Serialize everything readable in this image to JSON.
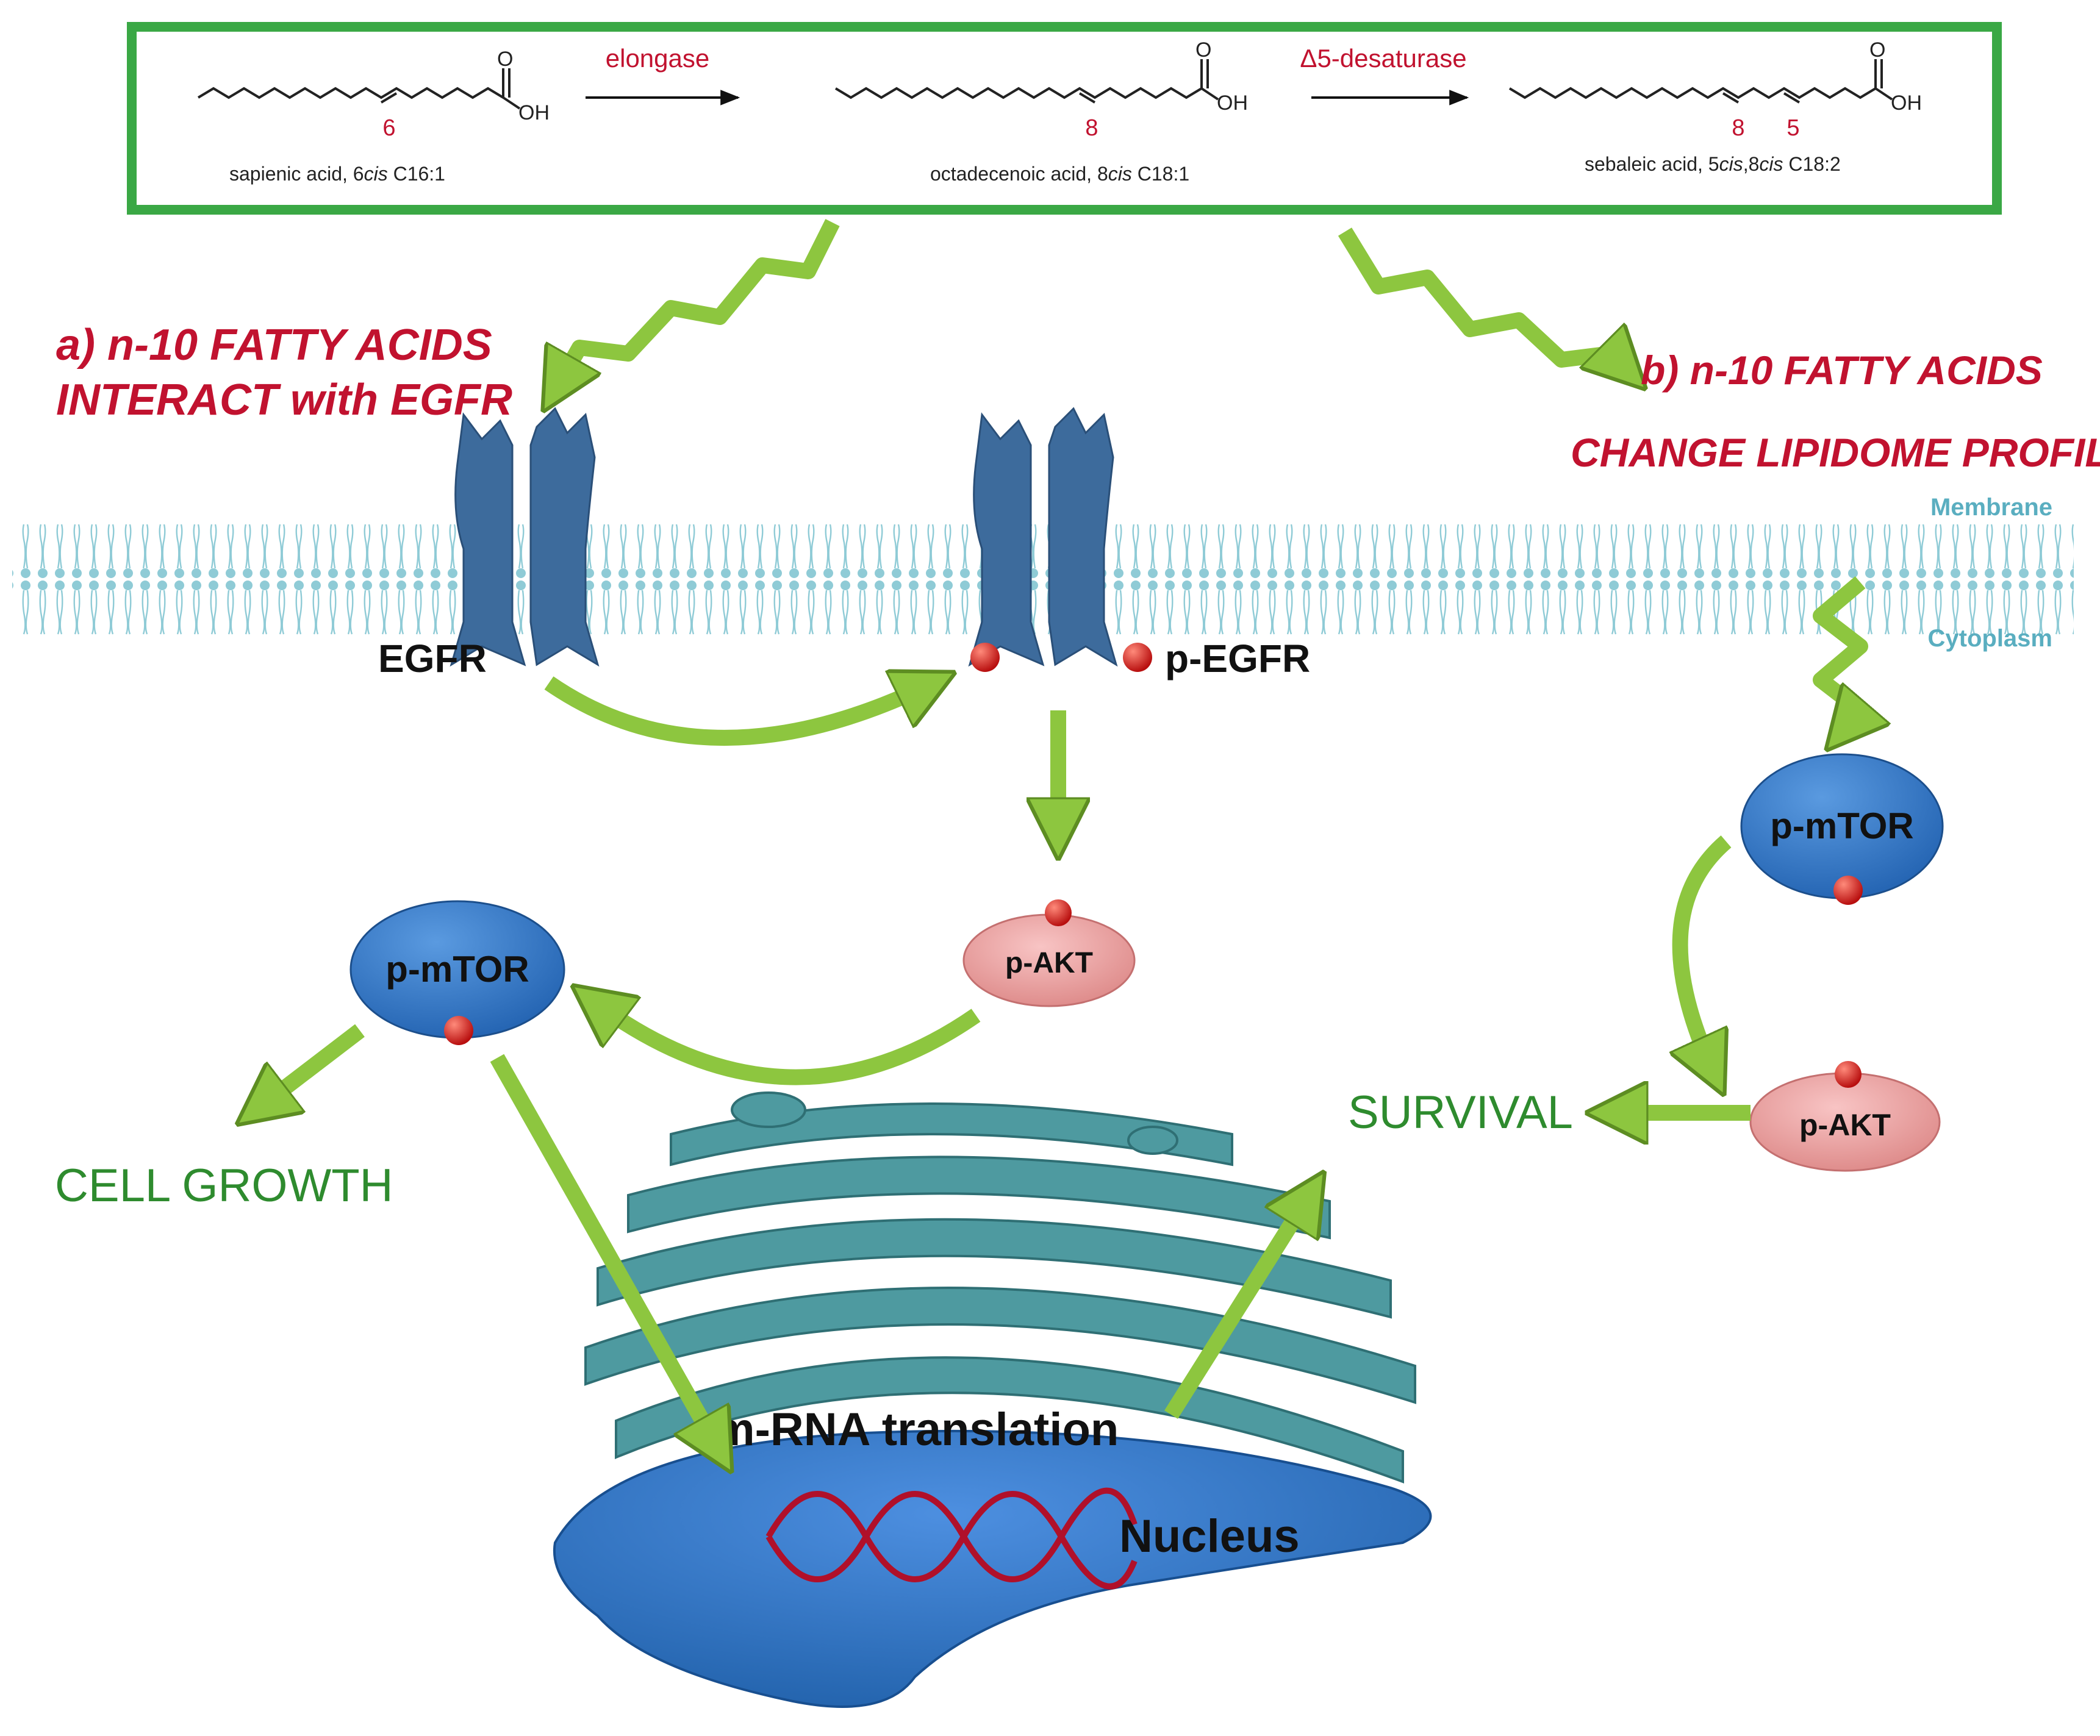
{
  "pathway": {
    "enzyme_1": "elongase",
    "enzyme_2": "Δ5-desaturase",
    "acid_1": {
      "name": "sapienic acid,  6",
      "cis": "cis",
      "formula": " C16:1",
      "bond_pos": "6",
      "oh": "OH",
      "o": "O"
    },
    "acid_2": {
      "name": "octadecenoic acid, 8",
      "cis": "cis",
      "formula": " C18:1",
      "bond_pos": "8",
      "oh": "OH",
      "o": "O"
    },
    "acid_3": {
      "name": "sebaleic acid, 5",
      "cis1": "cis",
      "mid": ",8",
      "cis2": "cis",
      "formula": " C18:2",
      "bond_pos_1": "8",
      "bond_pos_2": "5",
      "oh": "OH",
      "o": "O"
    }
  },
  "headings": {
    "a_line1": "a) n-10 FATTY ACIDS",
    "a_line2": "INTERACT with EGFR",
    "b_line1": "b) n-10 FATTY ACIDS",
    "b_line2": "CHANGE LIPIDOME PROFILE"
  },
  "cell": {
    "membrane": "Membrane",
    "cytoplasm": "Cytoplasm",
    "egfr": "EGFR",
    "p_egfr": "p-EGFR",
    "p_akt_left": "p-AKT",
    "p_mtor_left": "p-mTOR",
    "p_mtor_right": "p-mTOR",
    "p_akt_right": "p-AKT",
    "cell_growth": "CELL GROWTH",
    "survival": "SURVIVAL",
    "mrna": "m-RNA translation",
    "nucleus": "Nucleus"
  },
  "colors": {
    "frame_green": "#3aa845",
    "arrow_green": "#8dc63f",
    "arrow_dark": "#5d8d22",
    "heading_red": "#c1122f",
    "label_teal": "#5aaec0",
    "receptor_blue": "#3d6b9c",
    "node_blue": "#2f74c6",
    "akt_pink": "#e58f8f",
    "phospho_red": "#d42020",
    "golgi_teal": "#4e9aa0",
    "outcome_green": "#2e8b2e",
    "dna_red": "#b0102a"
  }
}
